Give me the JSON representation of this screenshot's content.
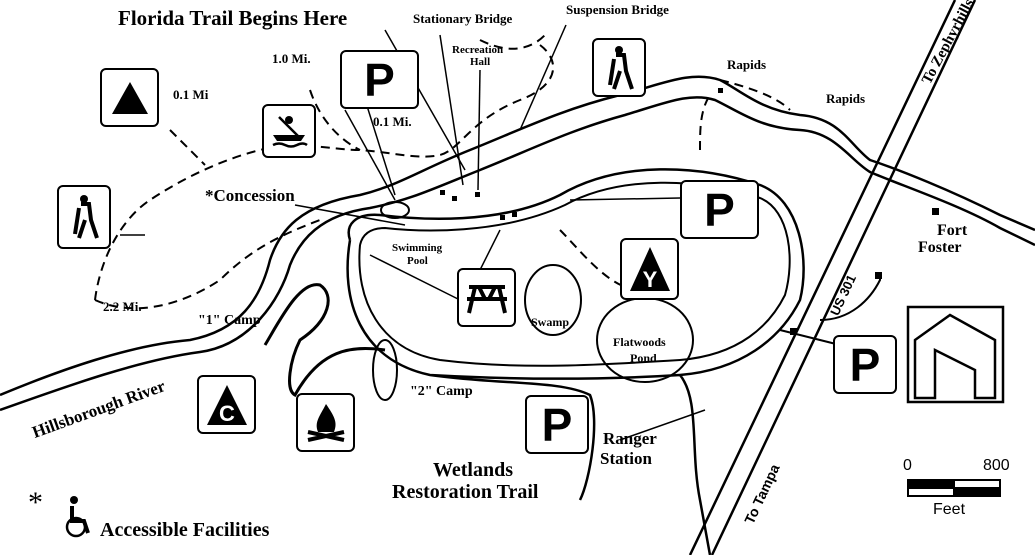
{
  "title": "Florida Trail Begins Here",
  "labels": {
    "stationary_bridge": "Stationary Bridge",
    "suspension_bridge": "Suspension Bridge",
    "recreation_hall_1": "Recreation",
    "recreation_hall_2": "Hall",
    "mi_1_0": "1.0 Mi.",
    "mi_0_1a": "0.1 Mi",
    "mi_0_1b": "0.1 Mi.",
    "mi_2_2": "2.2 Mi.",
    "rapids_1": "Rapids",
    "rapids_2": "Rapids",
    "to_zephyrhills": "To Zephyrhills",
    "concession": "*Concession",
    "swimming_1": "Swimming",
    "swimming_2": "Pool",
    "swamp": "Swamp",
    "flatwoods_1": "Flatwoods",
    "flatwoods_2": "Pond",
    "fort_1": "Fort",
    "fort_2": "Foster",
    "us301": "US 301",
    "camp1": "\"1\" Camp",
    "camp2": "\"2\" Camp",
    "river": "Hillsborough River",
    "ranger_1": "Ranger",
    "ranger_2": "Station",
    "to_tampa": "To Tampa",
    "wetlands_1": "Wetlands",
    "wetlands_2": "Restoration Trail"
  },
  "parking_label": "P",
  "camp_c": "C",
  "tent_y": "Y",
  "scale": {
    "min": "0",
    "max": "800",
    "unit": "Feet"
  },
  "legend": {
    "asterisk": "*",
    "accessible": "Accessible Facilities"
  }
}
